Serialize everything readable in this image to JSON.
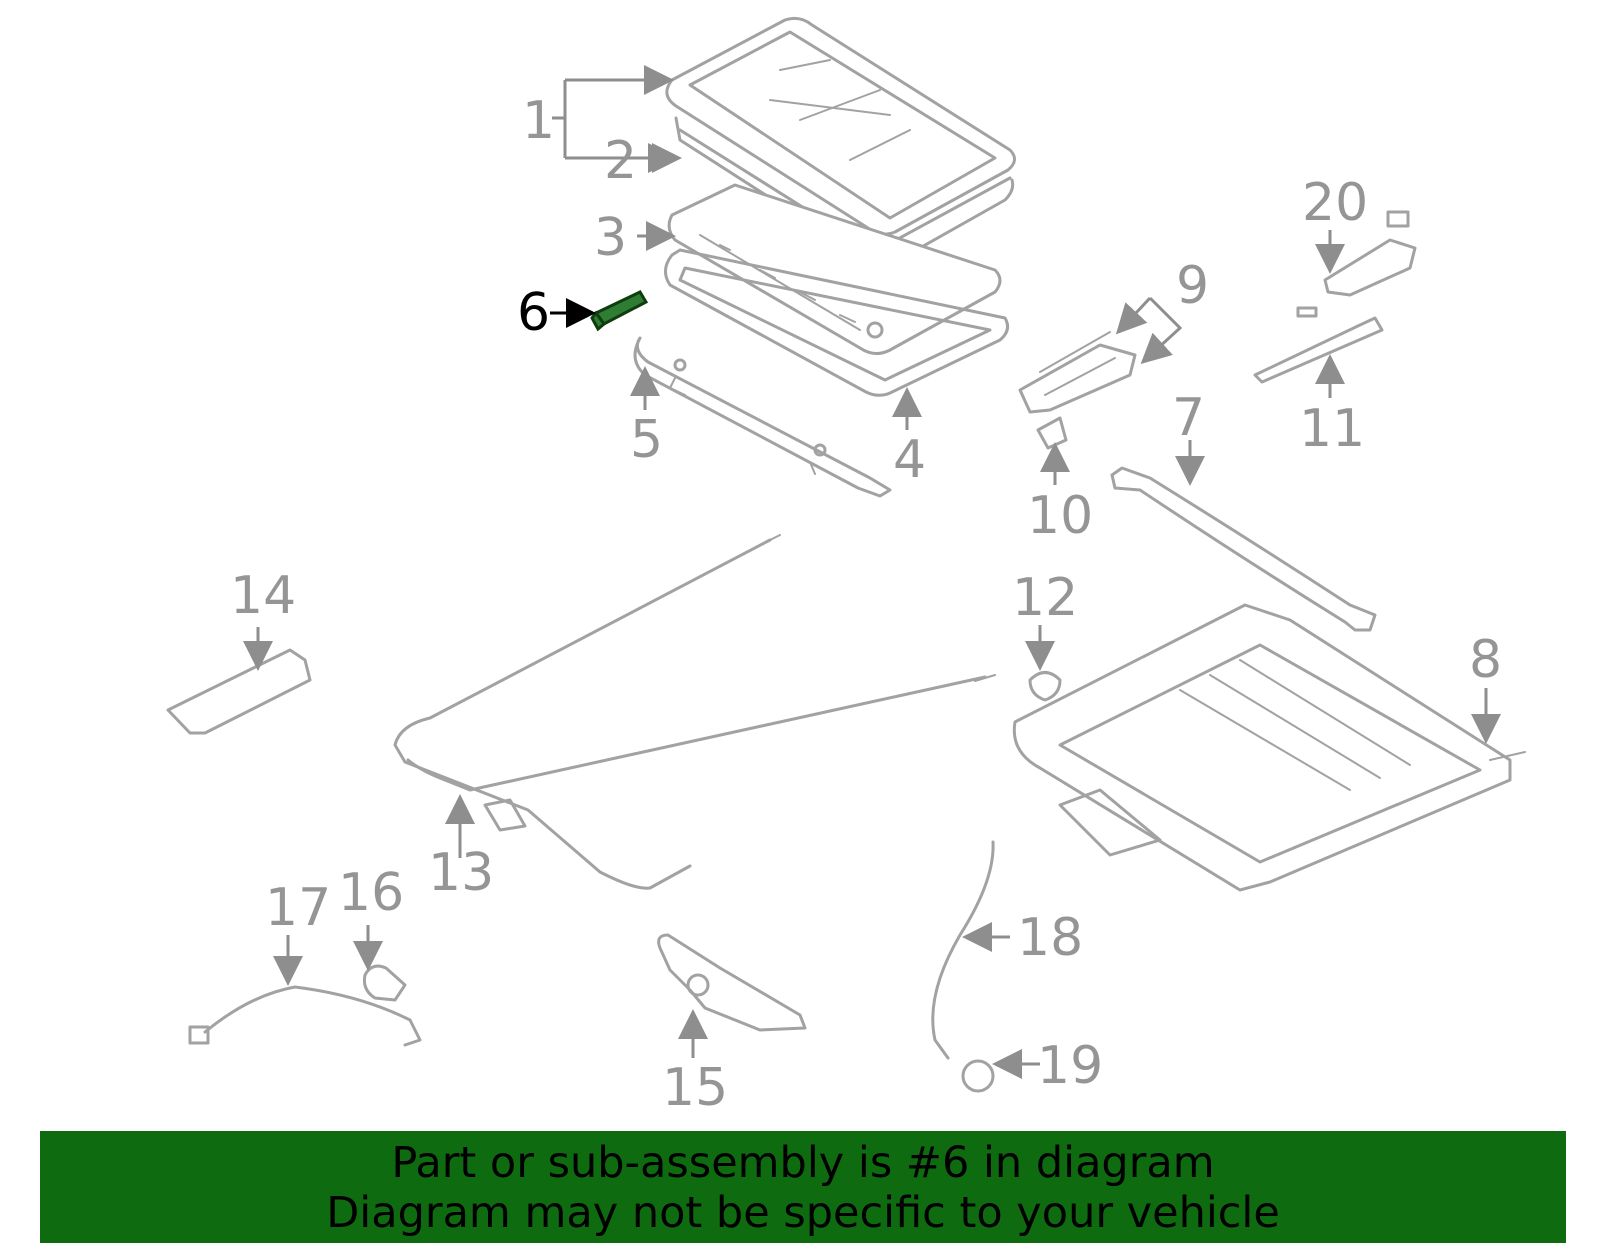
{
  "diagram": {
    "callouts": [
      "1",
      "2",
      "3",
      "4",
      "5",
      "6",
      "7",
      "8",
      "9",
      "10",
      "11",
      "12",
      "13",
      "14",
      "15",
      "16",
      "17",
      "18",
      "19",
      "20"
    ],
    "highlighted_part": "6",
    "highlight_color": "#2e7d32",
    "banner_color": "#0f6b0f"
  },
  "footer": {
    "line1": "Part or sub-assembly is #6 in diagram",
    "line2": "Diagram may not be specific to your vehicle"
  }
}
